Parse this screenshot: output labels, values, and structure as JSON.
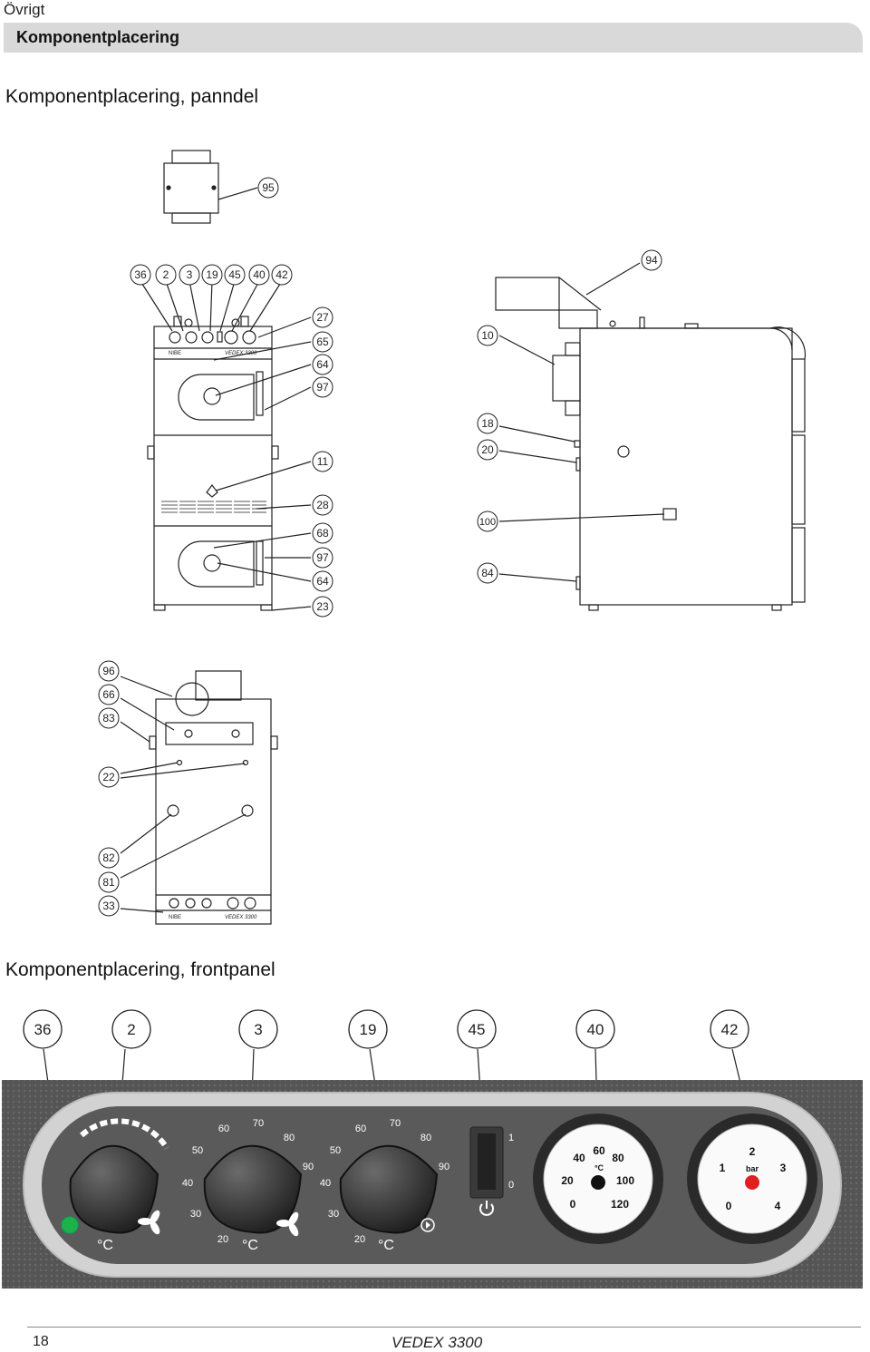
{
  "header": {
    "section": "Övrigt",
    "title": "Komponentplacering"
  },
  "headings": {
    "panndel": "Komponentplacering, panndel",
    "frontpanel": "Komponentplacering, frontpanel"
  },
  "callouts": {
    "top": "95",
    "front_row": [
      "36",
      "2",
      "3",
      "19",
      "45",
      "40",
      "42"
    ],
    "front_right": [
      "27",
      "65",
      "64",
      "97",
      "11",
      "28",
      "68",
      "97",
      "64",
      "23"
    ],
    "side_right": "94",
    "side_left": [
      "10",
      "18",
      "20",
      "100",
      "84"
    ],
    "back_left": [
      "96",
      "66",
      "83",
      "22",
      "82",
      "81",
      "33"
    ]
  },
  "panel_callouts": [
    "36",
    "2",
    "3",
    "19",
    "45",
    "40",
    "42"
  ],
  "boiler_labels": {
    "brand": "NIBE",
    "model": "VEDEX 3300"
  },
  "panel_labels": {
    "dial2_scale": [
      "30",
      "40",
      "50",
      "60",
      "70",
      "80",
      "90",
      "20"
    ],
    "dial3_scale": [
      "30",
      "40",
      "50",
      "60",
      "70",
      "80",
      "90",
      "20"
    ],
    "unit": "°C",
    "switch_on": "1",
    "switch_off": "0",
    "thermo_scale": [
      "0",
      "20",
      "40",
      "60",
      "80",
      "100",
      "120"
    ],
    "thermo_unit": "°C",
    "pressure_scale": [
      "0",
      "1",
      "2",
      "3",
      "4"
    ],
    "pressure_unit": "bar"
  },
  "footer": {
    "page": "18",
    "model": "VEDEX 3300"
  }
}
